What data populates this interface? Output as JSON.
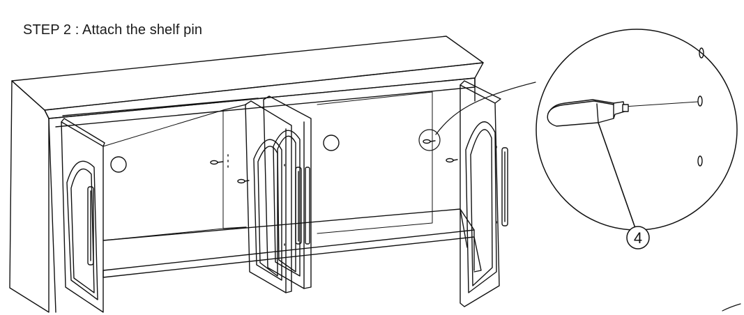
{
  "step_title": "STEP 2 : Attach the shelf pin",
  "callouts": [
    {
      "id": "part-4",
      "label": "4"
    }
  ],
  "colors": {
    "line": "#111111",
    "background": "#ffffff"
  }
}
